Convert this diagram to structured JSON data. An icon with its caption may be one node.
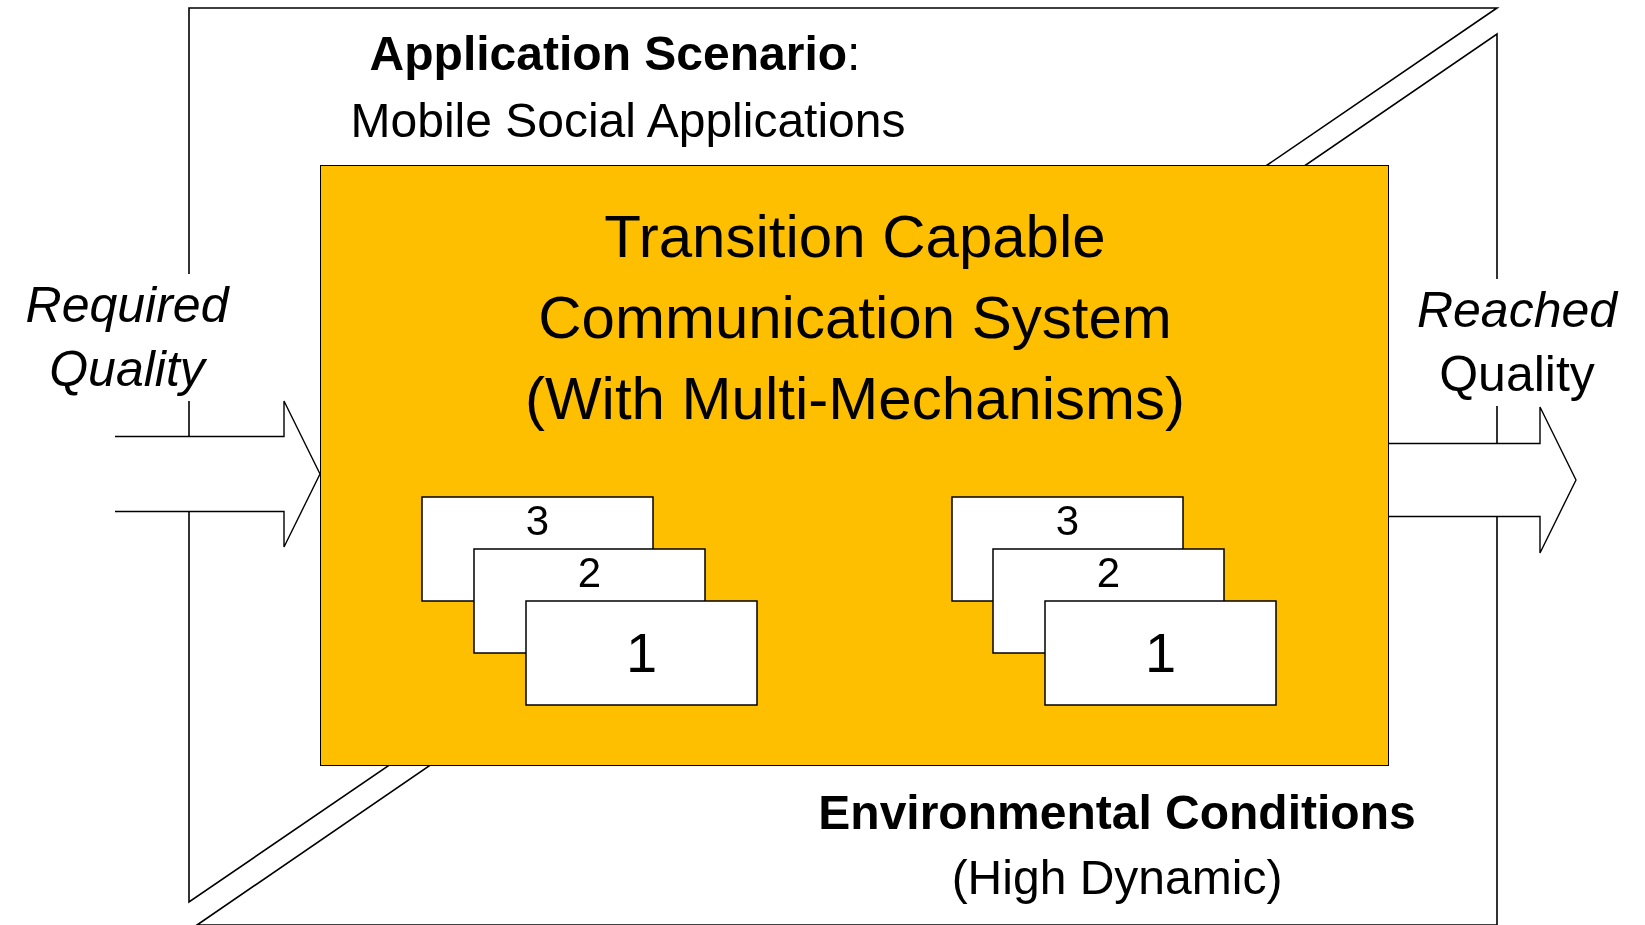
{
  "diagram": {
    "nodes": [
      {
        "text": [
          "**Application Scenario**:",
          "Mobile Social Applications"
        ]
      },
      {
        "text": [
          "Transition Capable Communication System (With Multi-Mechanisms)"
        ]
      },
      {
        "text": [
          "3"
        ],
        "in": 1
      },
      {
        "text": [
          "2"
        ],
        "in": 1
      },
      {
        "text": [
          "1"
        ],
        "in": 1
      },
      {
        "text": [
          "3"
        ],
        "in": 1
      },
      {
        "text": [
          "2"
        ],
        "in": 1
      },
      {
        "text": [
          "1"
        ],
        "in": 1
      },
      {
        "text": [
          "Environmental Conditions",
          "(High Dynamic)"
        ]
      }
    ],
    "edges": [
      {
        "from": null,
        "to": 1,
        "arrow": "to",
        "label": "Required Quality"
      },
      {
        "from": 1,
        "to": null,
        "arrow": "to",
        "label": "*Reached* Quality"
      }
    ]
  }
}
